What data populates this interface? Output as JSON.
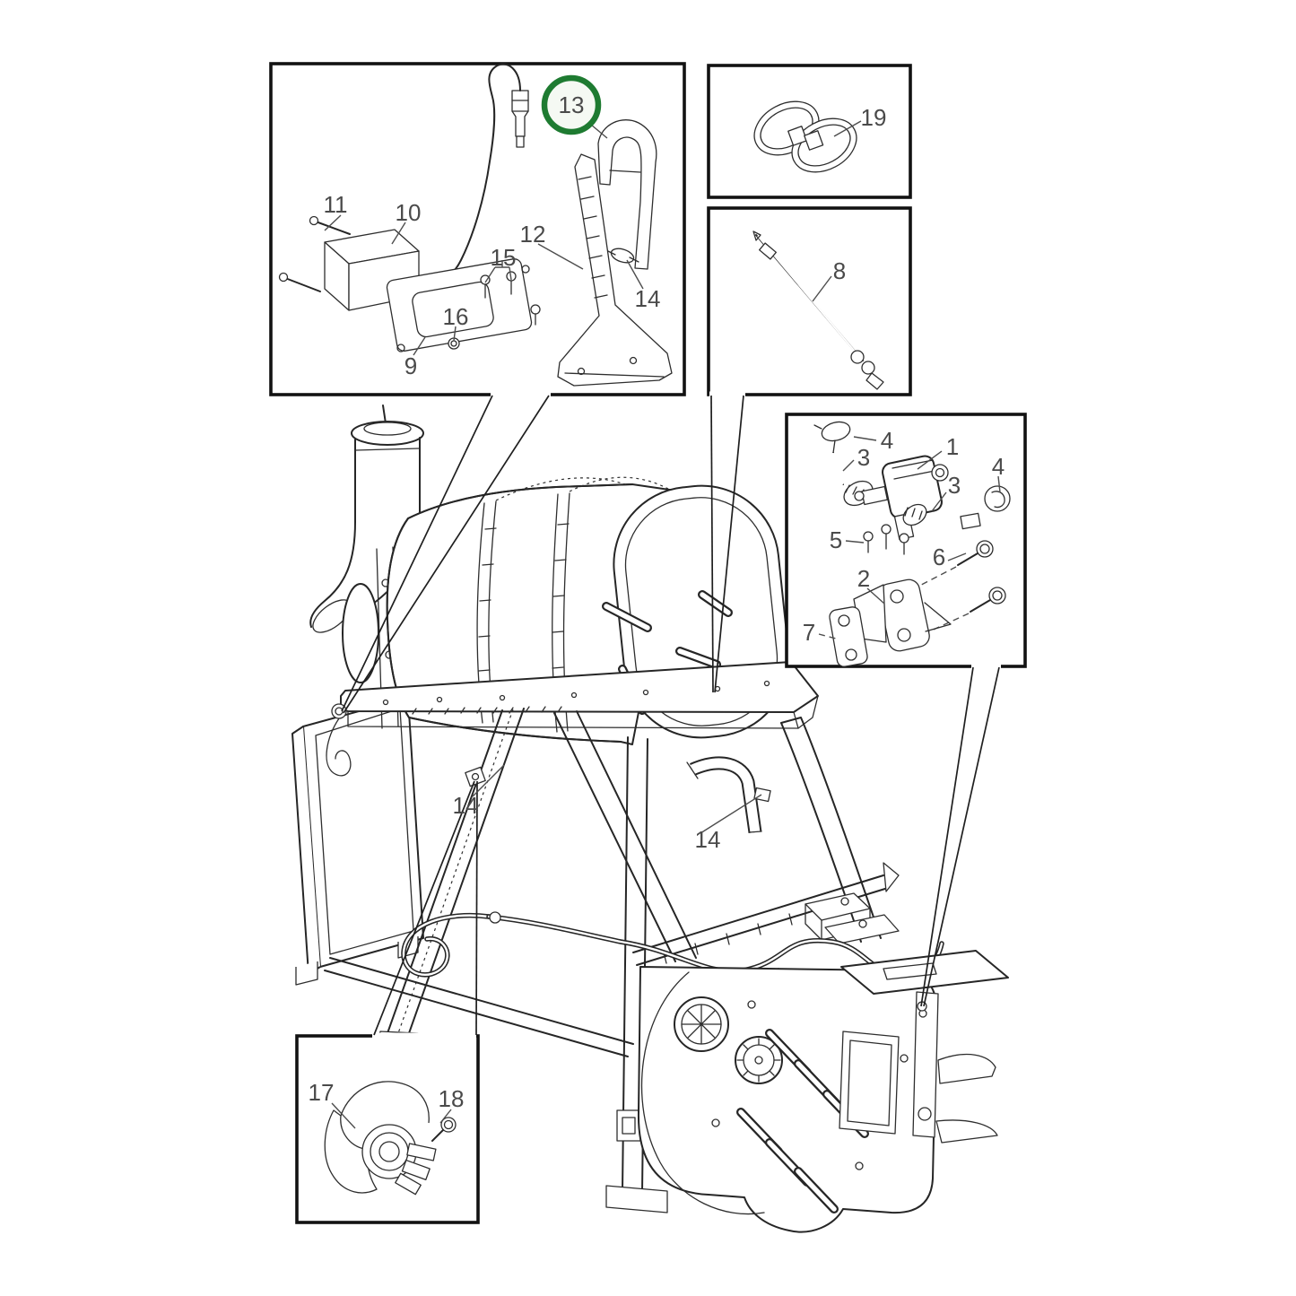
{
  "diagram": {
    "type": "exploded-parts-diagram",
    "subject": "tractor tank / sensor bracket mounting assembly",
    "background": "#ffffff",
    "line_color": "#262626",
    "label_color": "#4a4a4a",
    "highlight": {
      "part": "13",
      "ring_color": "#1e7b31",
      "fill": "#f5f9f3"
    }
  },
  "panels": [
    {
      "id": "bracket-panel",
      "parts": [
        "9",
        "10",
        "11",
        "12",
        "13",
        "14",
        "15",
        "16"
      ]
    },
    {
      "id": "clamp-panel",
      "parts": [
        "19"
      ]
    },
    {
      "id": "probe-panel",
      "parts": [
        "8"
      ]
    },
    {
      "id": "valve-panel",
      "parts": [
        "1",
        "2",
        "3",
        "4",
        "5",
        "6",
        "7"
      ]
    },
    {
      "id": "shield-panel",
      "parts": [
        "17",
        "18"
      ]
    },
    {
      "id": "main-view",
      "parts": [
        "14"
      ]
    }
  ],
  "labels": [
    {
      "text": "11"
    },
    {
      "text": "10"
    },
    {
      "text": "13"
    },
    {
      "text": "12"
    },
    {
      "text": "15"
    },
    {
      "text": "16"
    },
    {
      "text": "9"
    },
    {
      "text": "14"
    },
    {
      "text": "19"
    },
    {
      "text": "8"
    },
    {
      "text": "4"
    },
    {
      "text": "1"
    },
    {
      "text": "3"
    },
    {
      "text": "3"
    },
    {
      "text": "4"
    },
    {
      "text": "5"
    },
    {
      "text": "6"
    },
    {
      "text": "2"
    },
    {
      "text": "7"
    },
    {
      "text": "17"
    },
    {
      "text": "18"
    },
    {
      "text": "14"
    },
    {
      "text": "14"
    }
  ]
}
